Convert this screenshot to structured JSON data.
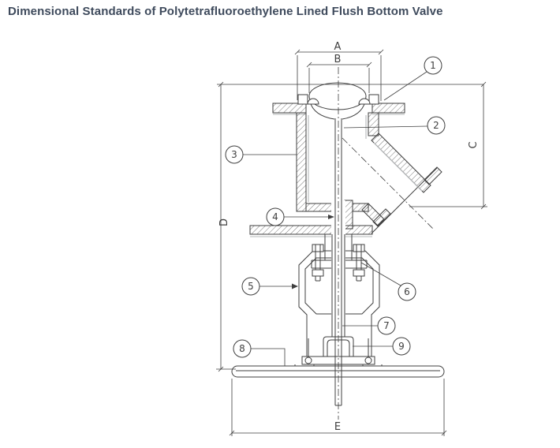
{
  "title": "Dimensional Standards of Polytetrafluoroethylene Lined Flush Bottom Valve",
  "dims": {
    "A": "A",
    "B": "B",
    "C": "C",
    "D": "D",
    "E": "E"
  },
  "callouts": [
    "1",
    "2",
    "3",
    "4",
    "5",
    "6",
    "7",
    "8",
    "9"
  ],
  "colors": {
    "title_text": "#3e4a5c",
    "line": "#3f3f3f",
    "lining": "#b5b8ba",
    "bg": "#ffffff"
  }
}
